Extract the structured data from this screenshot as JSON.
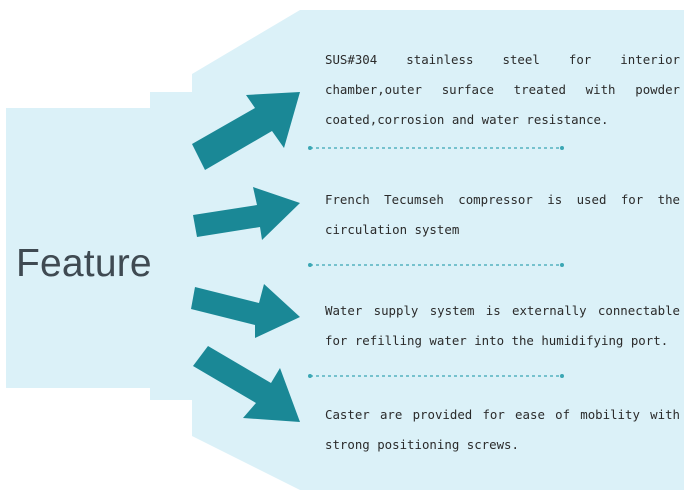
{
  "title": "Feature",
  "colors": {
    "panel": "#dbf1f8",
    "arrow": "#1a8896",
    "divider": "#3ba7b4",
    "title_text": "#3f4a52",
    "body_text": "#2b2b2b"
  },
  "features": [
    {
      "text": "SUS#304 stainless steel for interior chamber,outer surface treated with powder coated,corrosion and water resistance."
    },
    {
      "text": "French Tecumseh compressor is used for the circulation system"
    },
    {
      "text": "Water supply system is externally connectable for refilling water into the humidifying port."
    },
    {
      "text": "Caster are provided for ease of mobility with strong positioning screws."
    }
  ]
}
